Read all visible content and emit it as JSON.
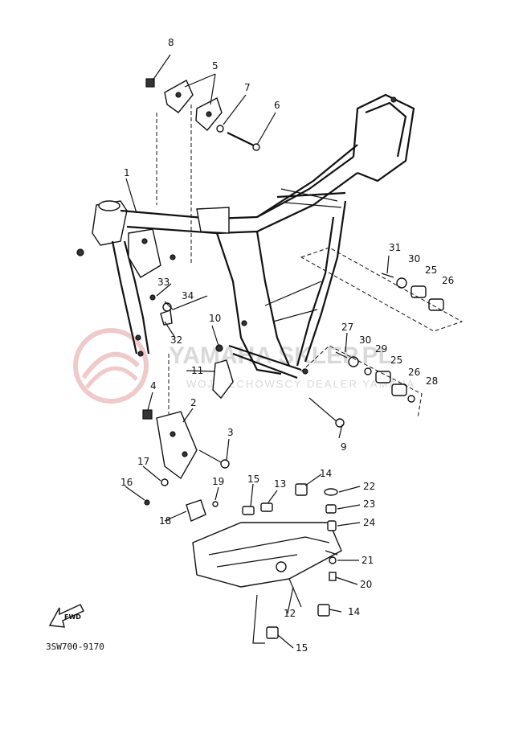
{
  "diagram": {
    "code": "3SW700-9170",
    "fwd_label": "FWD",
    "watermark": {
      "main": "YAMAHA SKLEP.PL",
      "sub": "WOJCIECHOWSCY DEALER YAMAHA"
    },
    "callouts": {
      "c1": "1",
      "c2": "2",
      "c3": "3",
      "c4": "4",
      "c5": "5",
      "c6": "6",
      "c7": "7",
      "c8": "8",
      "c9": "9",
      "c10": "10",
      "c11": "11",
      "c12": "12",
      "c13": "13",
      "c14a": "14",
      "c14b": "14",
      "c15a": "15",
      "c15b": "15",
      "c16": "16",
      "c17": "17",
      "c18": "18",
      "c19": "19",
      "c20": "20",
      "c21": "21",
      "c22": "22",
      "c23": "23",
      "c24": "24",
      "c25a": "25",
      "c25b": "25",
      "c26a": "26",
      "c26b": "26",
      "c27": "27",
      "c28": "28",
      "c29": "29",
      "c30a": "30",
      "c30b": "30",
      "c31": "31",
      "c32": "32",
      "c33": "33",
      "c34": "34"
    }
  }
}
